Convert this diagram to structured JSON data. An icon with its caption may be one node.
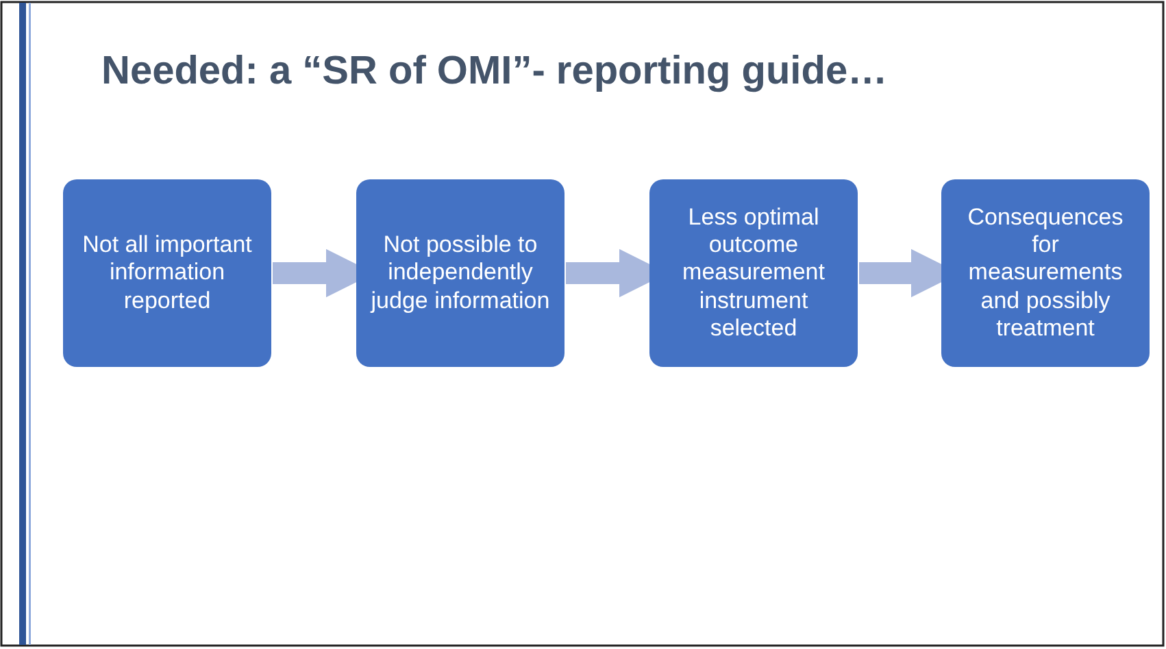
{
  "diagram": {
    "title": "Needed: a “SR of OMI”- reporting guide…",
    "nodes": [
      {
        "text": [
          "Not all important information reported"
        ]
      },
      {
        "text": [
          "Not possible to independently judge information"
        ]
      },
      {
        "text": [
          "Less optimal outcome measurement instrument selected"
        ]
      },
      {
        "text": [
          "Consequences for measurements and possibly treatment"
        ]
      }
    ],
    "edges": [
      {
        "from": 0,
        "to": 1,
        "arrow": "to"
      },
      {
        "from": 1,
        "to": 2,
        "arrow": "to"
      },
      {
        "from": 2,
        "to": 3,
        "arrow": "to"
      }
    ]
  }
}
